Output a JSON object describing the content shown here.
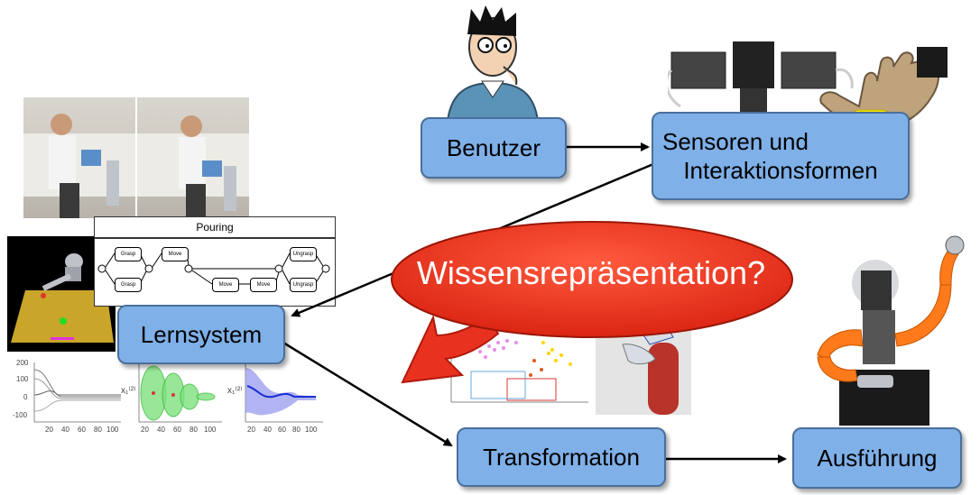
{
  "nodes": {
    "benutzer": "Benutzer",
    "sensoren_line1": "Sensoren und",
    "sensoren_line2": "Interaktionsformen",
    "lernsystem": "Lernsystem",
    "transformation": "Transformation",
    "ausfuehrung": "Ausführung",
    "wissen": "Wissensrepräsentation?"
  },
  "workflow": {
    "title": "Pouring",
    "nodes": [
      "Grasp",
      "Grasp",
      "Move",
      "Move",
      "Move",
      "Ungrasp",
      "Ungrasp"
    ]
  },
  "plots": {
    "x_ticks": [
      "20",
      "40",
      "60",
      "80",
      "100"
    ],
    "y_ticks": [
      "200",
      "100",
      "0",
      "-100"
    ],
    "y_label_2": "x₁⁽²⁾",
    "y_label_3": "x₁⁽²⁾"
  },
  "colors": {
    "box_fill": "#7fb0e8",
    "ellipse_fill": "#e8321f",
    "arrow": "#000000"
  }
}
